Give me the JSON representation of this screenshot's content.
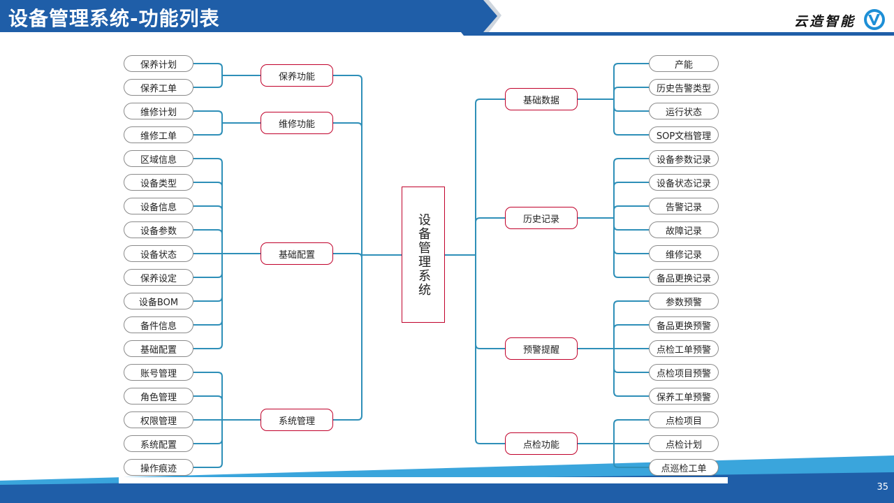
{
  "slide": {
    "title": "设备管理系统-功能列表",
    "brand": "云造智能",
    "page_number": "35"
  },
  "diagram": {
    "root": "设备管理系统",
    "left": [
      {
        "label": "保养功能",
        "children": [
          "保养计划",
          "保养工单"
        ]
      },
      {
        "label": "维修功能",
        "children": [
          "维修计划",
          "维修工单"
        ]
      },
      {
        "label": "基础配置",
        "children": [
          "区域信息",
          "设备类型",
          "设备信息",
          "设备参数",
          "设备状态",
          "保养设定",
          "设备BOM",
          "备件信息",
          "基础配置"
        ]
      },
      {
        "label": "系统管理",
        "children": [
          "账号管理",
          "角色管理",
          "权限管理",
          "系统配置",
          "操作痕迹"
        ]
      }
    ],
    "right": [
      {
        "label": "基础数据",
        "children": [
          "产能",
          "历史告警类型",
          "运行状态",
          "SOP文档管理"
        ]
      },
      {
        "label": "历史记录",
        "children": [
          "设备参数记录",
          "设备状态记录",
          "告警记录",
          "故障记录",
          "维修记录",
          "备品更换记录"
        ]
      },
      {
        "label": "预警提醒",
        "children": [
          "参数预警",
          "备品更换预警",
          "点检工单预警",
          "点检项目预警",
          "保养工单预警"
        ]
      },
      {
        "label": "点检功能",
        "children": [
          "点检项目",
          "点检计划",
          "点巡检工单"
        ]
      }
    ]
  },
  "colors": {
    "header_blue": "#1f5ea8",
    "connector": "#2e8fb8",
    "mid_border": "#c0002a",
    "leaf_border": "#8a8a8a"
  }
}
